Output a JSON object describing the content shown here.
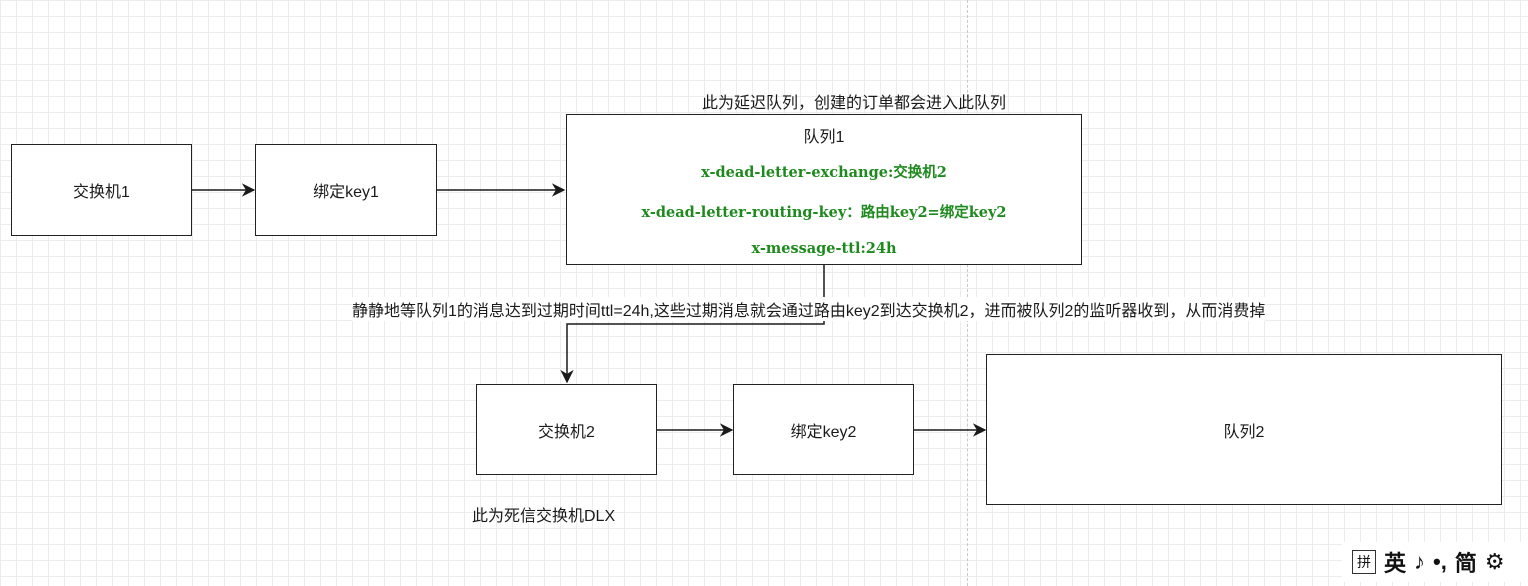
{
  "nodes": {
    "exchange1": "交换机1",
    "binding1": "绑定key1",
    "queue1": {
      "title": "队列1",
      "lines": [
        "x-dead-letter-exchange:交换机2",
        "x-dead-letter-routing-key：路由key2=绑定key2",
        "x-message-ttl:24h"
      ]
    },
    "exchange2": "交换机2",
    "binding2": "绑定key2",
    "queue2": "队列2"
  },
  "annotations": {
    "queue1_note": "此为延迟队列，创建的订单都会进入此队列",
    "flow_note": "静静地等队列1的消息达到过期时间ttl=24h,这些过期消息就会通过路由key2到达交换机2，进而被队列2的监听器收到，从而消费掉",
    "exchange2_note": "此为死信交换机DLX"
  },
  "ime_toolbar": {
    "items": [
      "拼",
      "英",
      "♪",
      "•,",
      "简",
      "⚙"
    ]
  },
  "colors": {
    "line": "#1a1a1a",
    "config_text": "#1e8a1e",
    "grid": "#ececec"
  }
}
